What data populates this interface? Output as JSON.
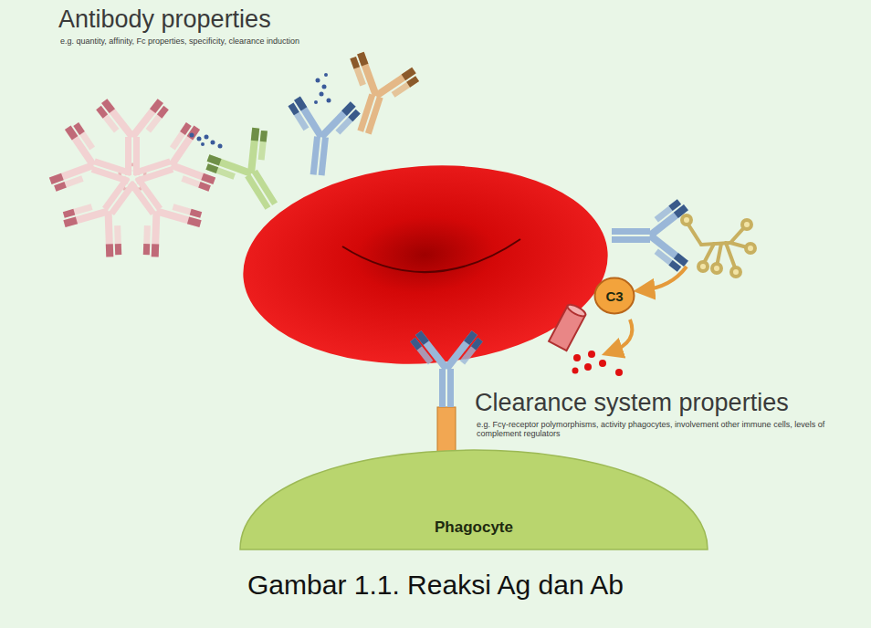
{
  "diagram": {
    "caption": "Gambar 1.1. Reaksi Ag dan Ab",
    "nodes": [
      {
        "text": [
          "C3"
        ]
      },
      {
        "text": [
          "Phagocyte"
        ]
      }
    ],
    "labels": [
      "Antibody properties",
      "e.g. quantity, affinity, Fc properties, specificity, clearance induction",
      "Clearance system properties",
      "e.g. Fcγ-receptor polymorphisms, activity phagocytes, involvement other immune cells, levels of complement regulators"
    ]
  }
}
